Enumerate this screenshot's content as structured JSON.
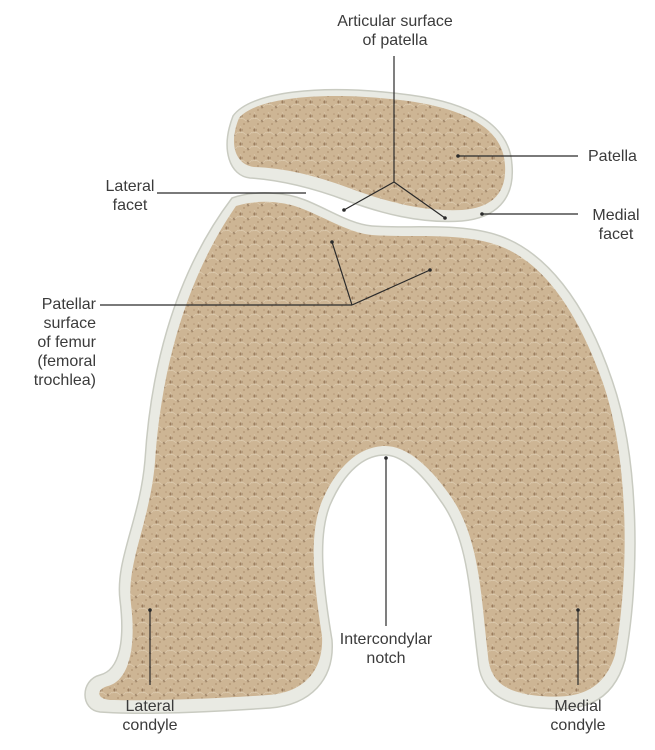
{
  "labels": {
    "articular_surface": [
      "Articular surface",
      "of patella"
    ],
    "patella": [
      "Patella"
    ],
    "lateral_facet": [
      "Lateral",
      "facet"
    ],
    "medial_facet": [
      "Medial",
      "facet"
    ],
    "patellar_surface": [
      "Patellar",
      "surface",
      "of femur",
      "(femoral",
      "trochlea)"
    ],
    "intercondylar_notch": [
      "Intercondylar",
      "notch"
    ],
    "lateral_condyle": [
      "Lateral",
      "condyle"
    ],
    "medial_condyle": [
      "Medial",
      "condyle"
    ]
  },
  "colors": {
    "bone": "#cdb594",
    "bone_dark": "#8a6a4c",
    "cartilage": "#e9eae3",
    "cartilage_edge": "#c9cbc1",
    "leader": "#2a2a2a",
    "text": "#3b3b3b"
  }
}
